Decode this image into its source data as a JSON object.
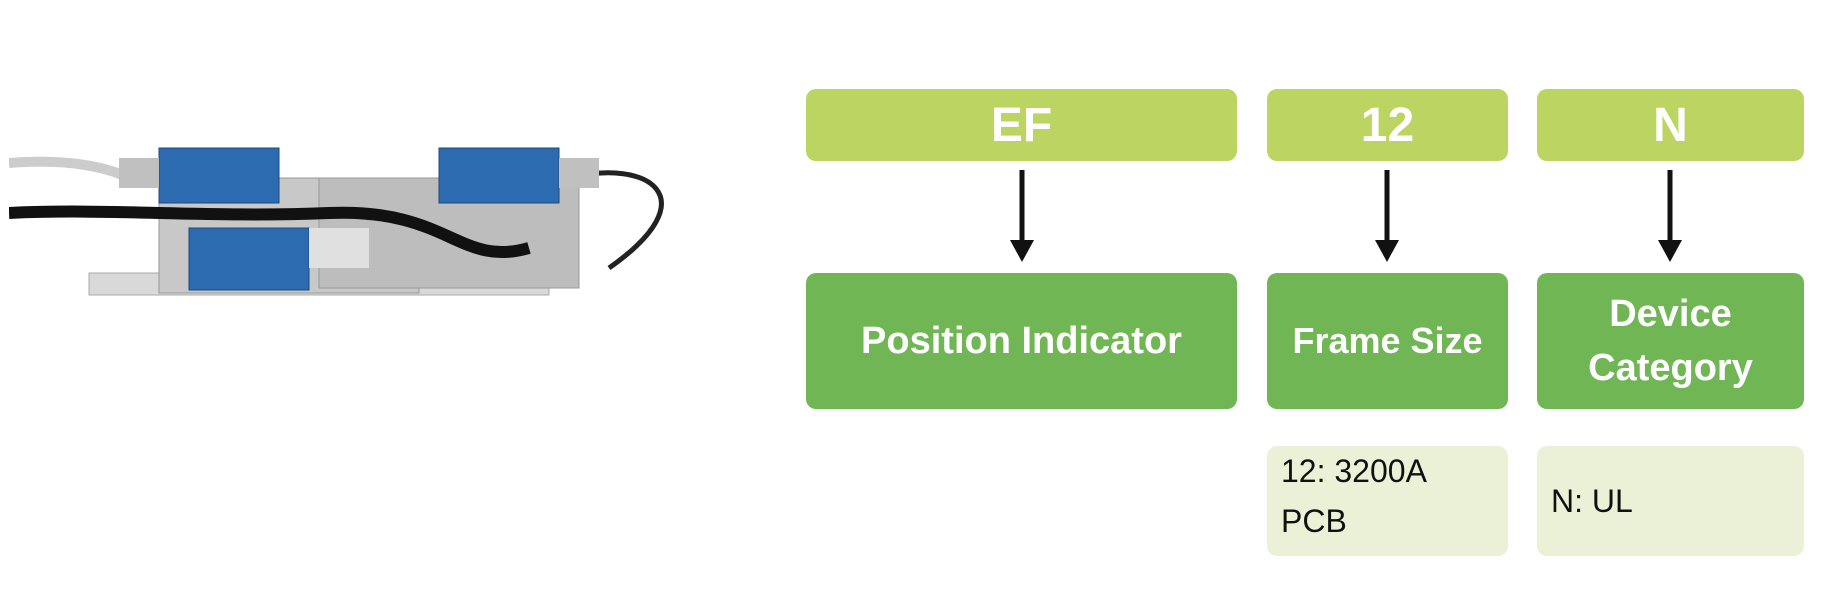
{
  "columns": [
    {
      "code": "EF",
      "label": "Position Indicator"
    },
    {
      "code": "12",
      "label": "Frame Size",
      "desc": [
        "12: 3200A",
        "PCB"
      ]
    },
    {
      "code": "N",
      "label_lines": [
        "Device",
        "Category"
      ],
      "desc": [
        "N: UL"
      ]
    }
  ],
  "colors": {
    "code_bg": "#bcd462",
    "label_bg": "#71b655",
    "desc_bg": "#ebf1d7",
    "switch_blue": "#2d6bb0"
  }
}
